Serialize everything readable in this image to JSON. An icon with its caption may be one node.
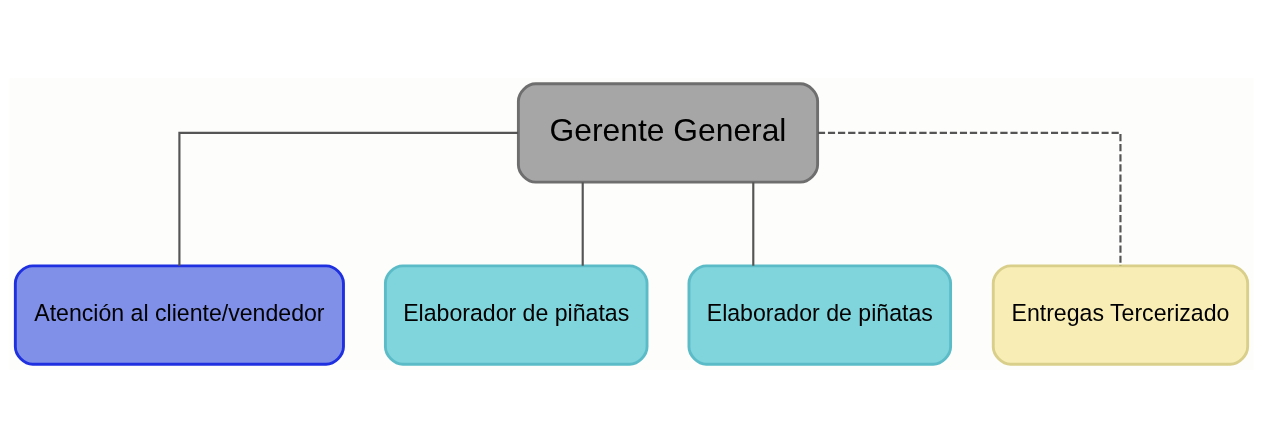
{
  "diagram": {
    "nodes": [
      {
        "text": [
          "Gerente General"
        ]
      },
      {
        "text": [
          "Atención al cliente/vendedor"
        ]
      },
      {
        "text": [
          "Elaborador de piñatas"
        ]
      },
      {
        "text": [
          "Elaborador de piñatas"
        ]
      },
      {
        "text": [
          "Entregas Tercerizado"
        ]
      }
    ],
    "edges": [
      {
        "from": 0,
        "to": 1,
        "arrow": "none"
      },
      {
        "from": 0,
        "to": 2,
        "arrow": "none"
      },
      {
        "from": 0,
        "to": 3,
        "arrow": "none"
      },
      {
        "from": 0,
        "to": 4,
        "arrow": "none",
        "style": "dashed"
      }
    ]
  }
}
